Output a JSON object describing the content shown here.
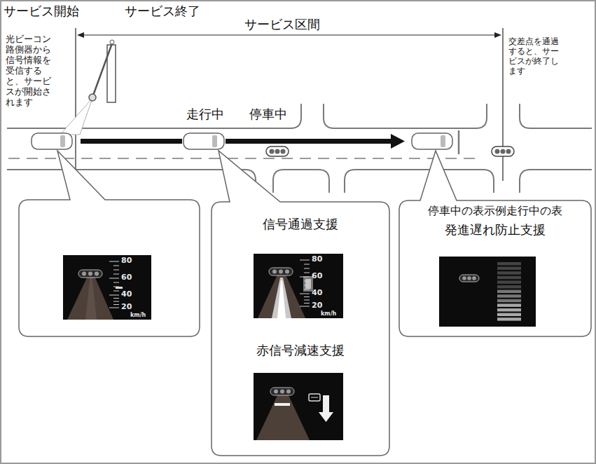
{
  "diagram": {
    "nodes": [
      {
        "text": [
          "80",
          "60",
          "40",
          "20",
          "km/h"
        ]
      },
      {
        "text": [
          "信号通過支援",
          "赤信号減速支援"
        ]
      },
      {
        "text": [
          "80",
          "60",
          "40",
          "20",
          "km/h"
        ],
        "in": 1
      },
      {
        "text": [
          "停車中の表示例走行中の表",
          "発進遅れ防止支援"
        ]
      }
    ],
    "labels": [
      "サービス開始",
      "サービス終了",
      "サービス区間",
      "光ビーコン路側器から信号情報を受信すると、サービスが開始されます",
      "走行中",
      "停車中",
      "交差点を通過すると、サービスが終了します"
    ]
  }
}
